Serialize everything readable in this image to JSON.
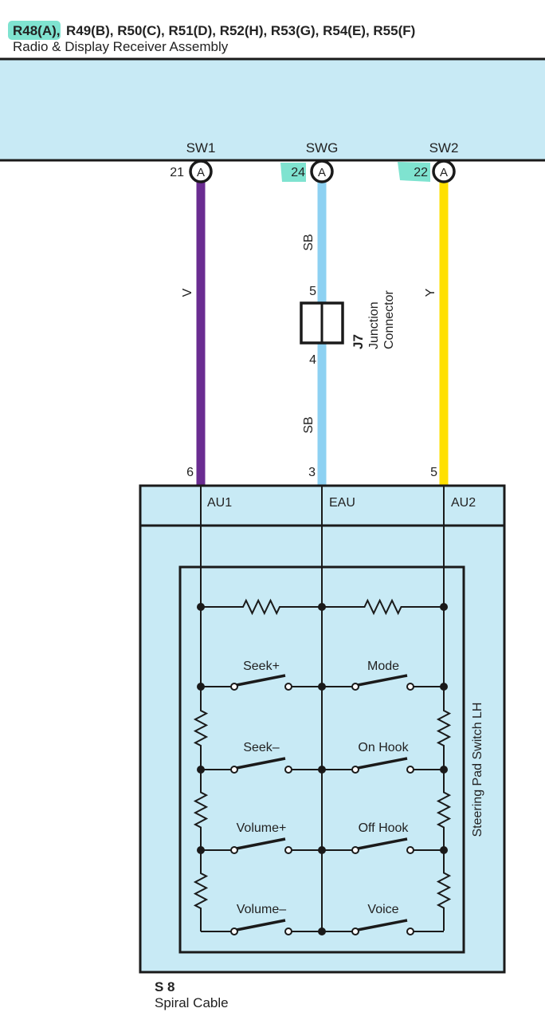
{
  "header": {
    "connectors_first": "R48(A),",
    "connectors_rest": "R49(B), R50(C), R51(D), R52(H), R53(G), R54(E), R55(F)",
    "assembly": "Radio & Display Receiver Assembly"
  },
  "top_terminals": [
    {
      "name": "SW1",
      "pin": "21",
      "conn": "A",
      "wire": "V",
      "color": "#6a2c91"
    },
    {
      "name": "SWG",
      "pin": "24",
      "conn": "A",
      "wire": "SB",
      "color": "#8dd1f2"
    },
    {
      "name": "SW2",
      "pin": "22",
      "conn": "A",
      "wire": "Y",
      "color": "#ffe000"
    }
  ],
  "swg_wire_upper": "SB",
  "swg_wire_lower": "SB",
  "junction": {
    "pin_top": "5",
    "pin_bottom": "4",
    "id": "J7",
    "name_line1": "Junction",
    "name_line2": "Connector"
  },
  "bottom_terminals": [
    {
      "pin": "6",
      "label": "AU1"
    },
    {
      "pin": "3",
      "label": "EAU"
    },
    {
      "pin": "5",
      "label": "AU2"
    }
  ],
  "switches": {
    "left": [
      "Seek+",
      "Seek–",
      "Volume+",
      "Volume–"
    ],
    "right": [
      "Mode",
      "On Hook",
      "Off Hook",
      "Voice"
    ]
  },
  "inner_label": "Steering Pad Switch LH",
  "footer": {
    "id": "S 8",
    "name": "Spiral Cable"
  },
  "colors": {
    "component_fill": "#c8eaf5",
    "line": "#1a1a1a",
    "highlight": "#7fe3d0"
  }
}
